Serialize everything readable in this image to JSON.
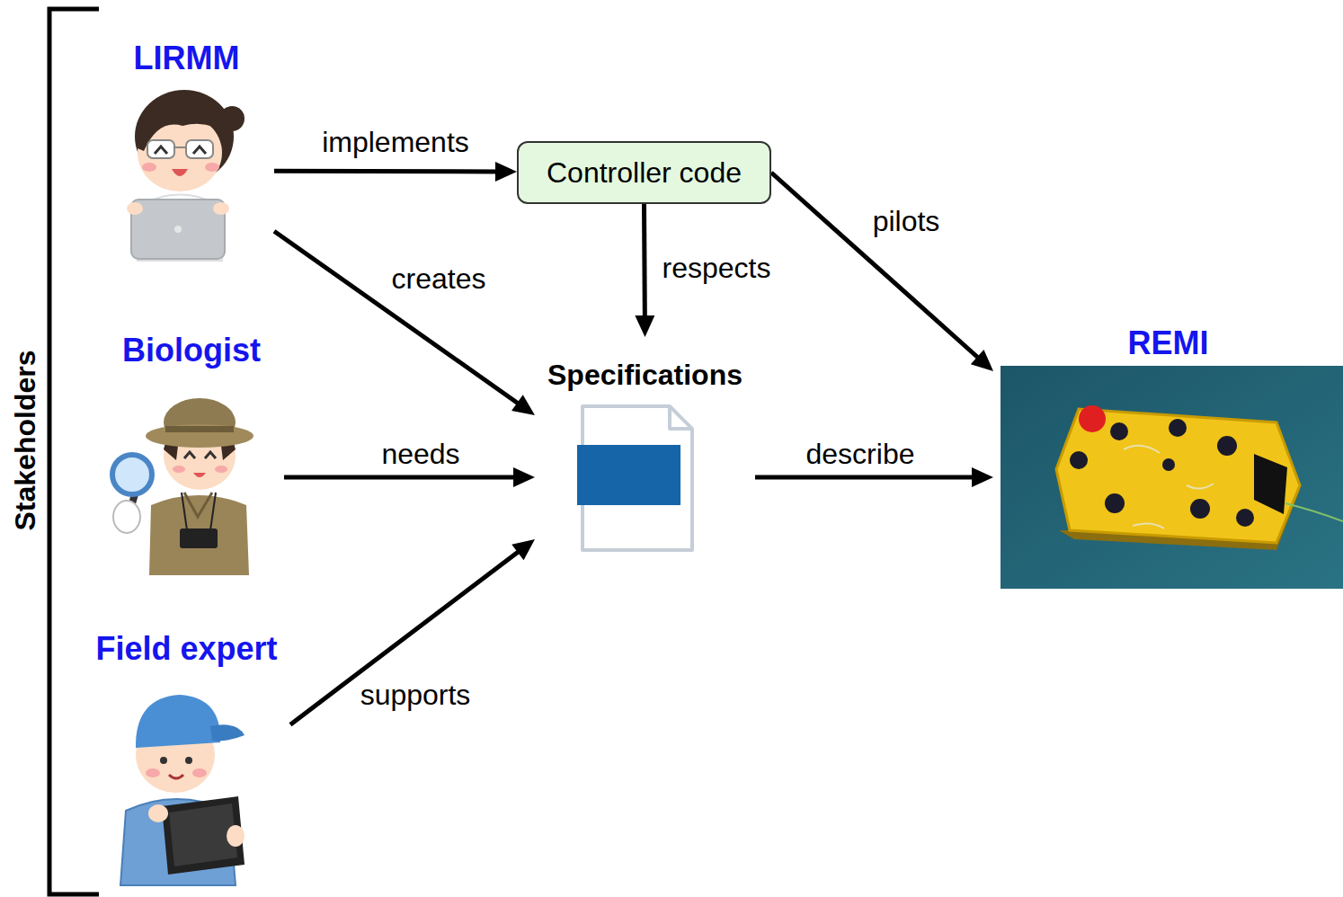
{
  "diagram": {
    "nodes": [
      {
        "text": [
          "LIRMM"
        ]
      },
      {
        "text": [
          "Controller code"
        ]
      },
      {
        "text": [
          "Biologist"
        ]
      },
      {
        "text": [
          "Specifications"
        ]
      },
      {
        "text": [
          "REMI"
        ]
      },
      {
        "text": [
          "Field expert"
        ]
      }
    ],
    "edges": [
      {
        "from": 0,
        "to": 1,
        "label": "implements",
        "arrow": "to"
      },
      {
        "from": 0,
        "to": 3,
        "label": "creates",
        "arrow": "to"
      },
      {
        "from": 1,
        "to": 3,
        "label": "respects",
        "arrow": "to"
      },
      {
        "from": 1,
        "to": 4,
        "label": "pilots",
        "arrow": "to"
      },
      {
        "from": 2,
        "to": 3,
        "label": "needs",
        "arrow": "to"
      },
      {
        "from": 3,
        "to": 4,
        "label": "describe",
        "arrow": "to"
      },
      {
        "from": 5,
        "to": 3,
        "label": "supports",
        "arrow": "to"
      }
    ],
    "labels": [
      "Stakeholders"
    ]
  }
}
